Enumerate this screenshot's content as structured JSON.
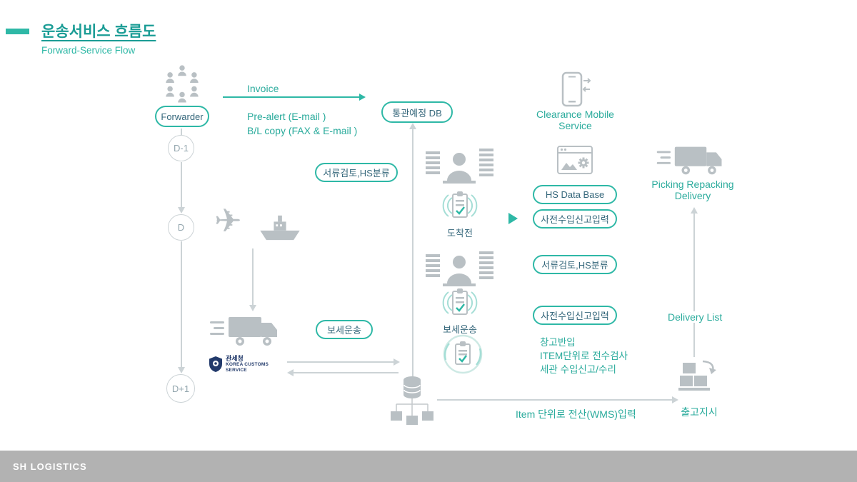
{
  "colors": {
    "accent": "#2eb8a6",
    "icon_gray": "#b9c0c4",
    "line_gray": "#ccd3d6",
    "footer_gray": "#b2b2b2",
    "label_text": "#35677b",
    "customs_navy": "#223a6b"
  },
  "header": {
    "title": "운송서비스 흐름도",
    "subtitle": "Forward-Service Flow"
  },
  "timeline": {
    "forwarder": "Forwarder",
    "d_minus1": "D-1",
    "d_day": "D",
    "d_plus1": "D+1"
  },
  "icons": {
    "airplane_glyph": "✈"
  },
  "flow_left": {
    "invoice": "Invoice",
    "pre_alert": "Pre-alert  (E-mail )",
    "bl_copy": "B/L copy (FAX & E-mail )",
    "doc_review": "서류검토,HS분류",
    "bonded_badge": "보세운송",
    "customs_kr": "관세청",
    "customs_en1": "KOREA CUSTOMS",
    "customs_en2": "SERVICE"
  },
  "flow_center": {
    "customs_db": "통관예정 DB",
    "before_arrival": "도착전",
    "bonded": "보세운송",
    "item_wms": "Item 단위로 전산(WMS)입력"
  },
  "flow_right": {
    "clearance_line1": "Clearance Mobile",
    "clearance_line2": "Service",
    "hs_database": "HS Data Base",
    "pre_import_entry_1": "사전수입신고입력",
    "doc_review_2": "서류검토,HS분류",
    "pre_import_entry_2": "사전수입신고입력",
    "warehouse_line1": "창고반입",
    "warehouse_line2": "ITEM단위로 전수검사",
    "warehouse_line3": "세관 수입신고/수리",
    "picking_line1": "Picking Repacking",
    "picking_line2": "Delivery",
    "delivery_list": "Delivery List",
    "shipping_order": "출고지시"
  },
  "footer": {
    "brand": "SH LOGISTICS"
  }
}
